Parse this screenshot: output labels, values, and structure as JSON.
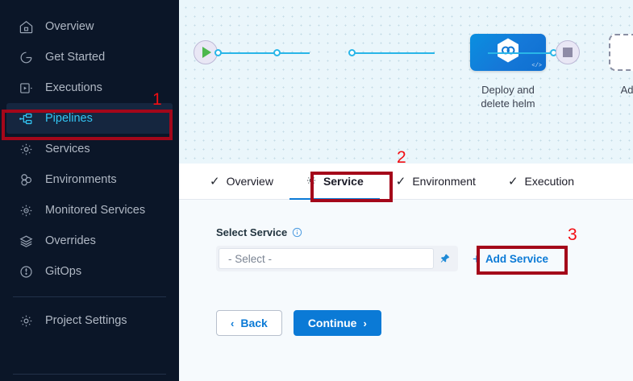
{
  "sidebar": {
    "items": [
      {
        "label": "Overview",
        "icon": "home-icon",
        "active": false
      },
      {
        "label": "Get Started",
        "icon": "get-started-icon",
        "active": false
      },
      {
        "label": "Executions",
        "icon": "executions-icon",
        "active": false
      },
      {
        "label": "Pipelines",
        "icon": "pipelines-icon",
        "active": true
      },
      {
        "label": "Services",
        "icon": "gear-icon",
        "active": false
      },
      {
        "label": "Environments",
        "icon": "environments-icon",
        "active": false
      },
      {
        "label": "Monitored Services",
        "icon": "monitored-services-icon",
        "active": false
      },
      {
        "label": "Overrides",
        "icon": "layers-icon",
        "active": false
      },
      {
        "label": "GitOps",
        "icon": "gitops-icon",
        "active": false
      }
    ],
    "settings": {
      "label": "Project Settings",
      "icon": "gear-icon"
    }
  },
  "canvas": {
    "start_node": {
      "icon": "play-icon",
      "name": "pipeline-start"
    },
    "end_node": {
      "icon": "stop-icon",
      "name": "pipeline-end"
    },
    "stage": {
      "label_line1": "Deploy and",
      "label_line2": "delete helm",
      "icon": "chain-hexagon-icon",
      "badge": "</>"
    },
    "add_stage": {
      "label": "Add Stage",
      "icon": "plus-icon"
    }
  },
  "tabs": [
    {
      "label": "Overview",
      "icon": "check-icon",
      "active": false
    },
    {
      "label": "Service",
      "icon": "gear-icon",
      "active": true
    },
    {
      "label": "Environment",
      "icon": "check-icon",
      "active": false
    },
    {
      "label": "Execution",
      "icon": "check-icon",
      "active": false
    }
  ],
  "form": {
    "select_service_label": "Select Service",
    "info_icon": "info-icon",
    "select_value": "- Select -",
    "pin_icon": "pin-icon",
    "add_service_label": "Add Service",
    "add_service_plus": "+",
    "back_label": "Back",
    "continue_label": "Continue",
    "back_chevron": "‹",
    "continue_chevron": "›"
  },
  "annotations": [
    {
      "number": "1",
      "target": "sidebar-item-pipelines"
    },
    {
      "number": "2",
      "target": "tab-service"
    },
    {
      "number": "3",
      "target": "add-service-link"
    }
  ],
  "colors": {
    "sidebar_bg": "#0b1628",
    "accent_blue": "#0b7ad6",
    "active_nav_text": "#33c5f3",
    "edge_cyan": "#29b6e8",
    "anno_box": "#a4071a",
    "anno_num": "#f20d12"
  }
}
